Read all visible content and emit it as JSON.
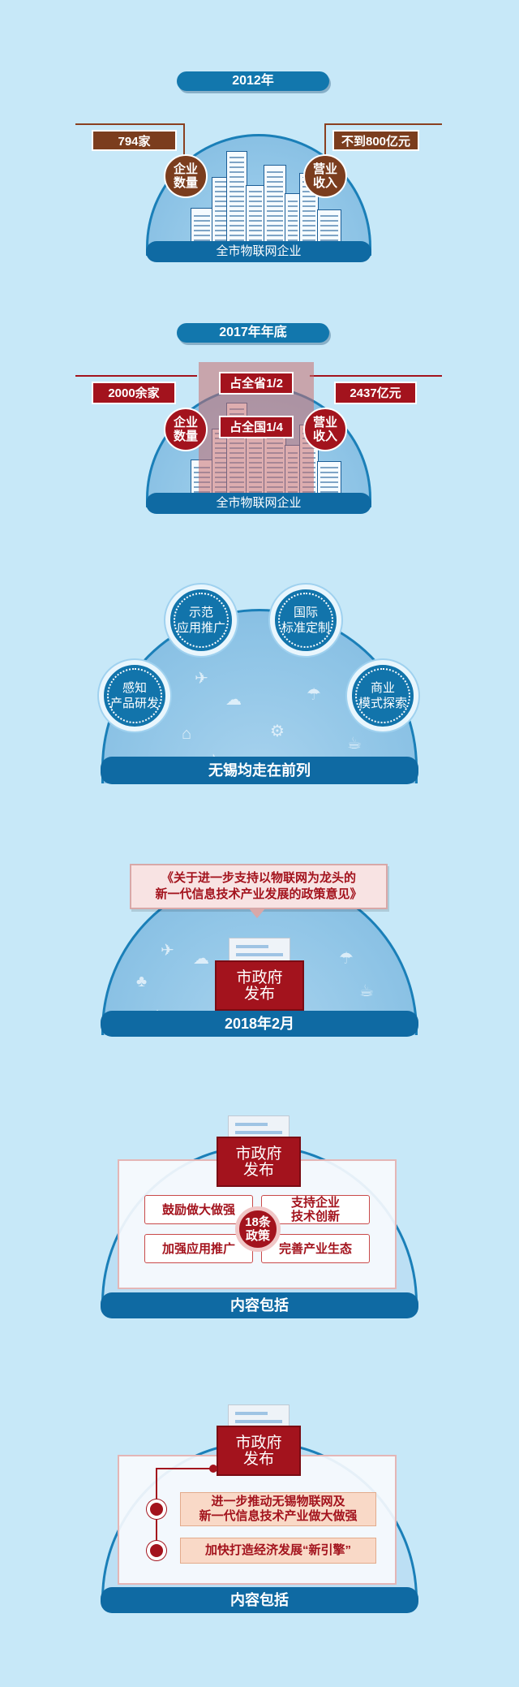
{
  "s1": {
    "year": "2012年",
    "count_value": "794家",
    "count_label_1": "企业",
    "count_label_2": "数量",
    "revenue_value": "不到800亿元",
    "revenue_label_1": "营业",
    "revenue_label_2": "收入",
    "base_label": "全市物联网企业"
  },
  "s2": {
    "year": "2017年年底",
    "count_value": "2000余家",
    "count_label_1": "企业",
    "count_label_2": "数量",
    "share_province": "占全省1/2",
    "share_country": "占全国1/4",
    "revenue_value": "2437亿元",
    "revenue_label_1": "营业",
    "revenue_label_2": "收入",
    "base_label": "全市物联网企业"
  },
  "s3": {
    "circles": [
      {
        "line1": "感知",
        "line2": "产品研发"
      },
      {
        "line1": "示范",
        "line2": "应用推广"
      },
      {
        "line1": "国际",
        "line2": "标准定制"
      },
      {
        "line1": "商业",
        "line2": "模式探索"
      }
    ],
    "base_label": "无锡均走在前列"
  },
  "s4": {
    "doc_line1": "《关于进一步支持以物联网为龙头的",
    "doc_line2": "新一代信息技术产业发展的政策意见》",
    "env_line1": "市政府",
    "env_line2": "发布",
    "base_label": "2018年2月"
  },
  "s5": {
    "env_line1": "市政府",
    "env_line2": "发布",
    "center_line1": "18条",
    "center_line2": "政策",
    "policy_1": "鼓励做大做强",
    "policy_2_line1": "支持企业",
    "policy_2_line2": "技术创新",
    "policy_3": "加强应用推广",
    "policy_4": "完善产业生态",
    "base_label": "内容包括"
  },
  "s6": {
    "env_line1": "市政府",
    "env_line2": "发布",
    "item_1_line1": "进一步推动无锡物联网及",
    "item_1_line2": "新一代信息技术产业做大做强",
    "item_2": "加快打造经济发展“新引擎”",
    "base_label": "内容包括"
  },
  "colors": {
    "background": "#c7e8f8",
    "primary_blue": "#1277ad",
    "brand_red": "#a3131d",
    "brown": "#7b3d1e"
  }
}
